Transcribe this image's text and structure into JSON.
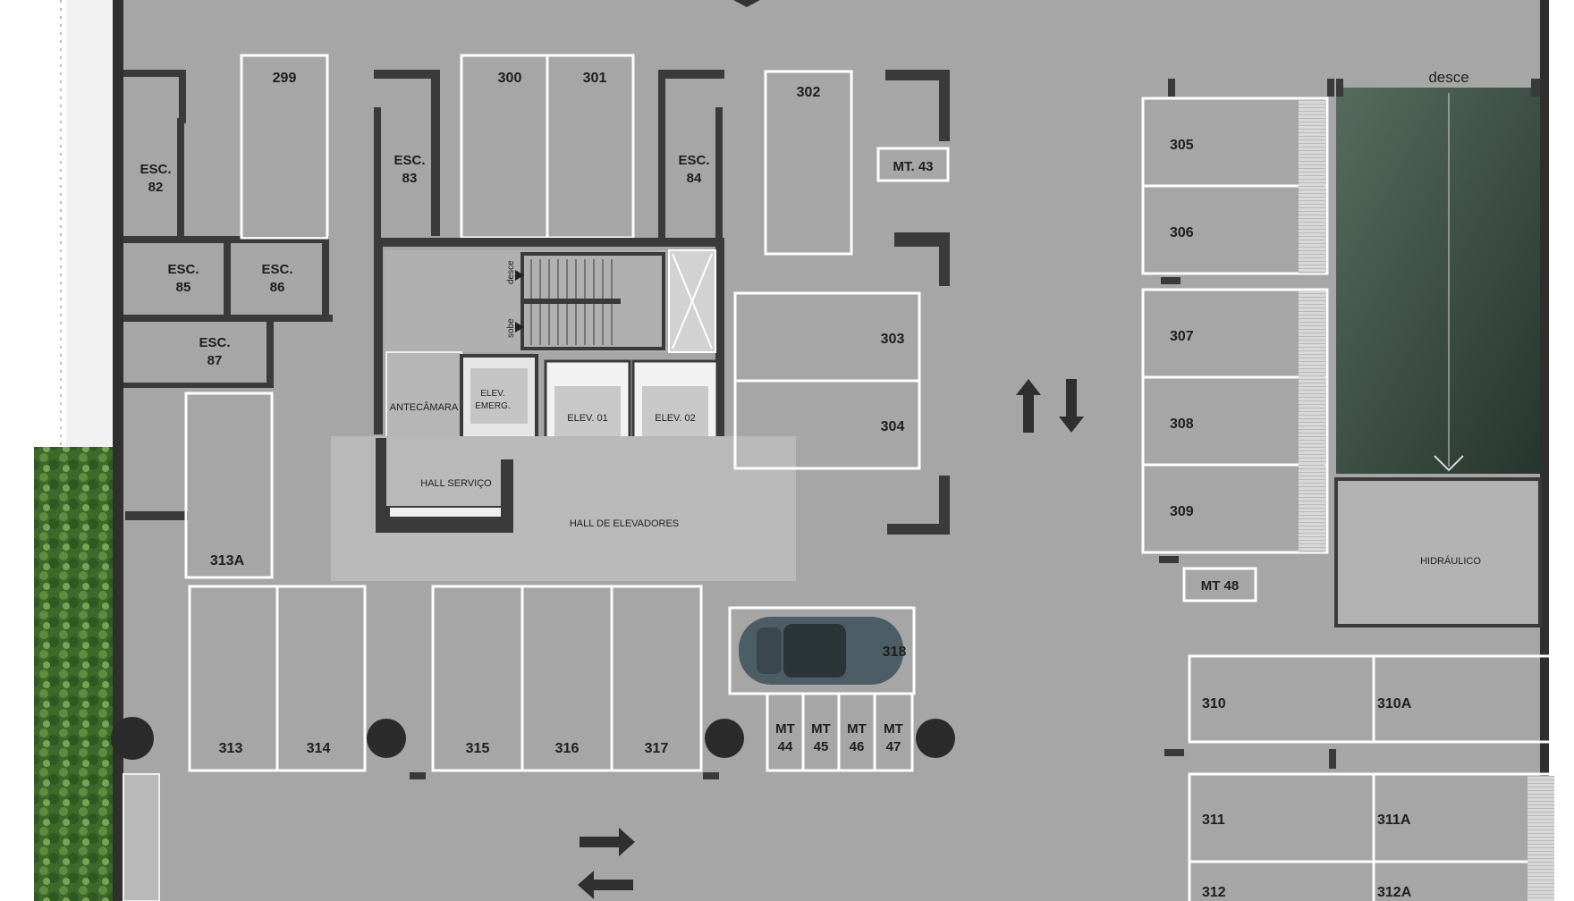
{
  "storage": [
    {
      "id": "esc82",
      "lines": [
        "ESC.",
        "82"
      ]
    },
    {
      "id": "esc83",
      "lines": [
        "ESC.",
        "83"
      ]
    },
    {
      "id": "esc84",
      "lines": [
        "ESC.",
        "84"
      ]
    },
    {
      "id": "esc85",
      "lines": [
        "ESC.",
        "85"
      ]
    },
    {
      "id": "esc86",
      "lines": [
        "ESC.",
        "86"
      ]
    },
    {
      "id": "esc87",
      "lines": [
        "ESC.",
        "87"
      ]
    }
  ],
  "parking": [
    "299",
    "300",
    "301",
    "302",
    "303",
    "304",
    "305",
    "306",
    "307",
    "308",
    "309",
    "310",
    "310A",
    "311",
    "311A",
    "312",
    "312A",
    "313",
    "313A",
    "314",
    "315",
    "316",
    "317",
    "318"
  ],
  "motorcycle": {
    "mt43": "MT. 43",
    "mt48": "MT 48",
    "small": [
      {
        "a": "MT",
        "b": "44"
      },
      {
        "a": "MT",
        "b": "45"
      },
      {
        "a": "MT",
        "b": "46"
      },
      {
        "a": "MT",
        "b": "47"
      }
    ]
  },
  "core": {
    "antecamara": "ANTECÂMARA",
    "elev_emerg": [
      "ELEV.",
      "EMERG."
    ],
    "elev01": "ELEV. 01",
    "elev02": "ELEV. 02",
    "hall_servico": "HALL SERVIÇO",
    "hall_elevadores": "HALL DE ELEVADORES",
    "stairs_desce": "desce",
    "stairs_sobe": "sobe"
  },
  "ramp_label": "desce",
  "hidraulico": "HIDRÁULICO",
  "colors": {
    "floor": "#a6a6a6",
    "wall": "#3a3a3a",
    "slot_line": "#ffffff",
    "ramp": "#2d4037",
    "car": "#4d5d66",
    "green": "#3f6b2c"
  }
}
